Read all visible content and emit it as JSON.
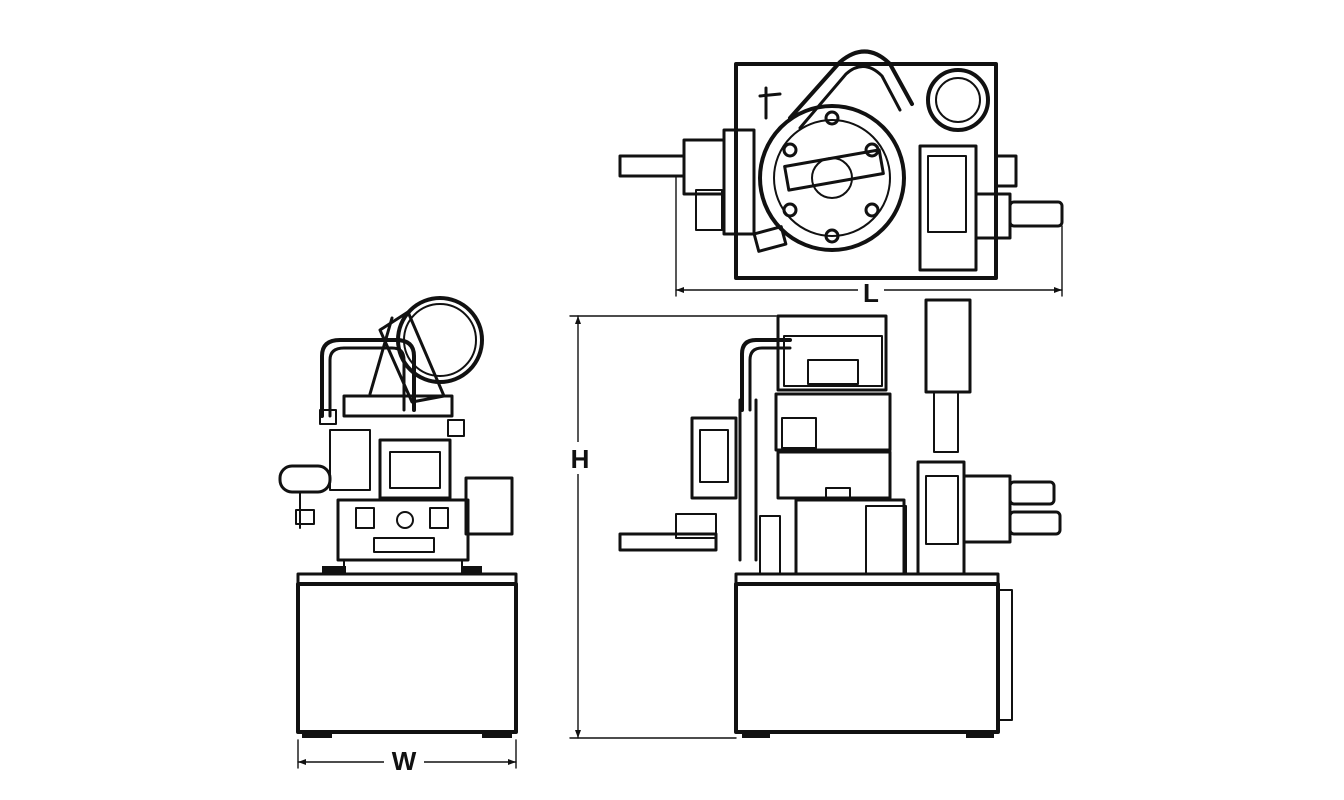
{
  "dimensions": {
    "width_label": "W",
    "height_label": "H",
    "length_label": "L"
  },
  "colors": {
    "tank": "#fb5a25",
    "line": "#111111",
    "background": "#ffffff"
  }
}
